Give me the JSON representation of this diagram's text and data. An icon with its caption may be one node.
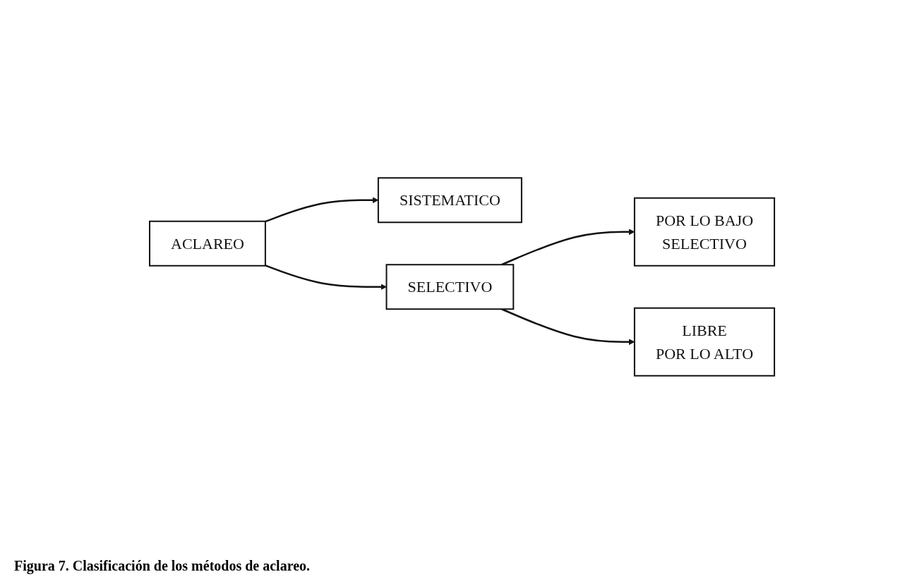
{
  "diagram": {
    "caption": "Figura 7. Clasificación de los métodos de aclareo.",
    "nodes": [
      {
        "text": [
          "ACLAREO"
        ]
      },
      {
        "text": [
          "SISTEMATICO"
        ]
      },
      {
        "text": [
          "SELECTIVO"
        ]
      },
      {
        "text": [
          "POR LO BAJO",
          "SELECTIVO"
        ]
      },
      {
        "text": [
          "LIBRE",
          "POR LO ALTO"
        ]
      }
    ],
    "edges": [
      {
        "from": 0,
        "to": 1,
        "arrow": "to"
      },
      {
        "from": 0,
        "to": 2,
        "arrow": "to"
      },
      {
        "from": 2,
        "to": 3,
        "arrow": "to"
      },
      {
        "from": 2,
        "to": 4,
        "arrow": "to"
      }
    ]
  }
}
